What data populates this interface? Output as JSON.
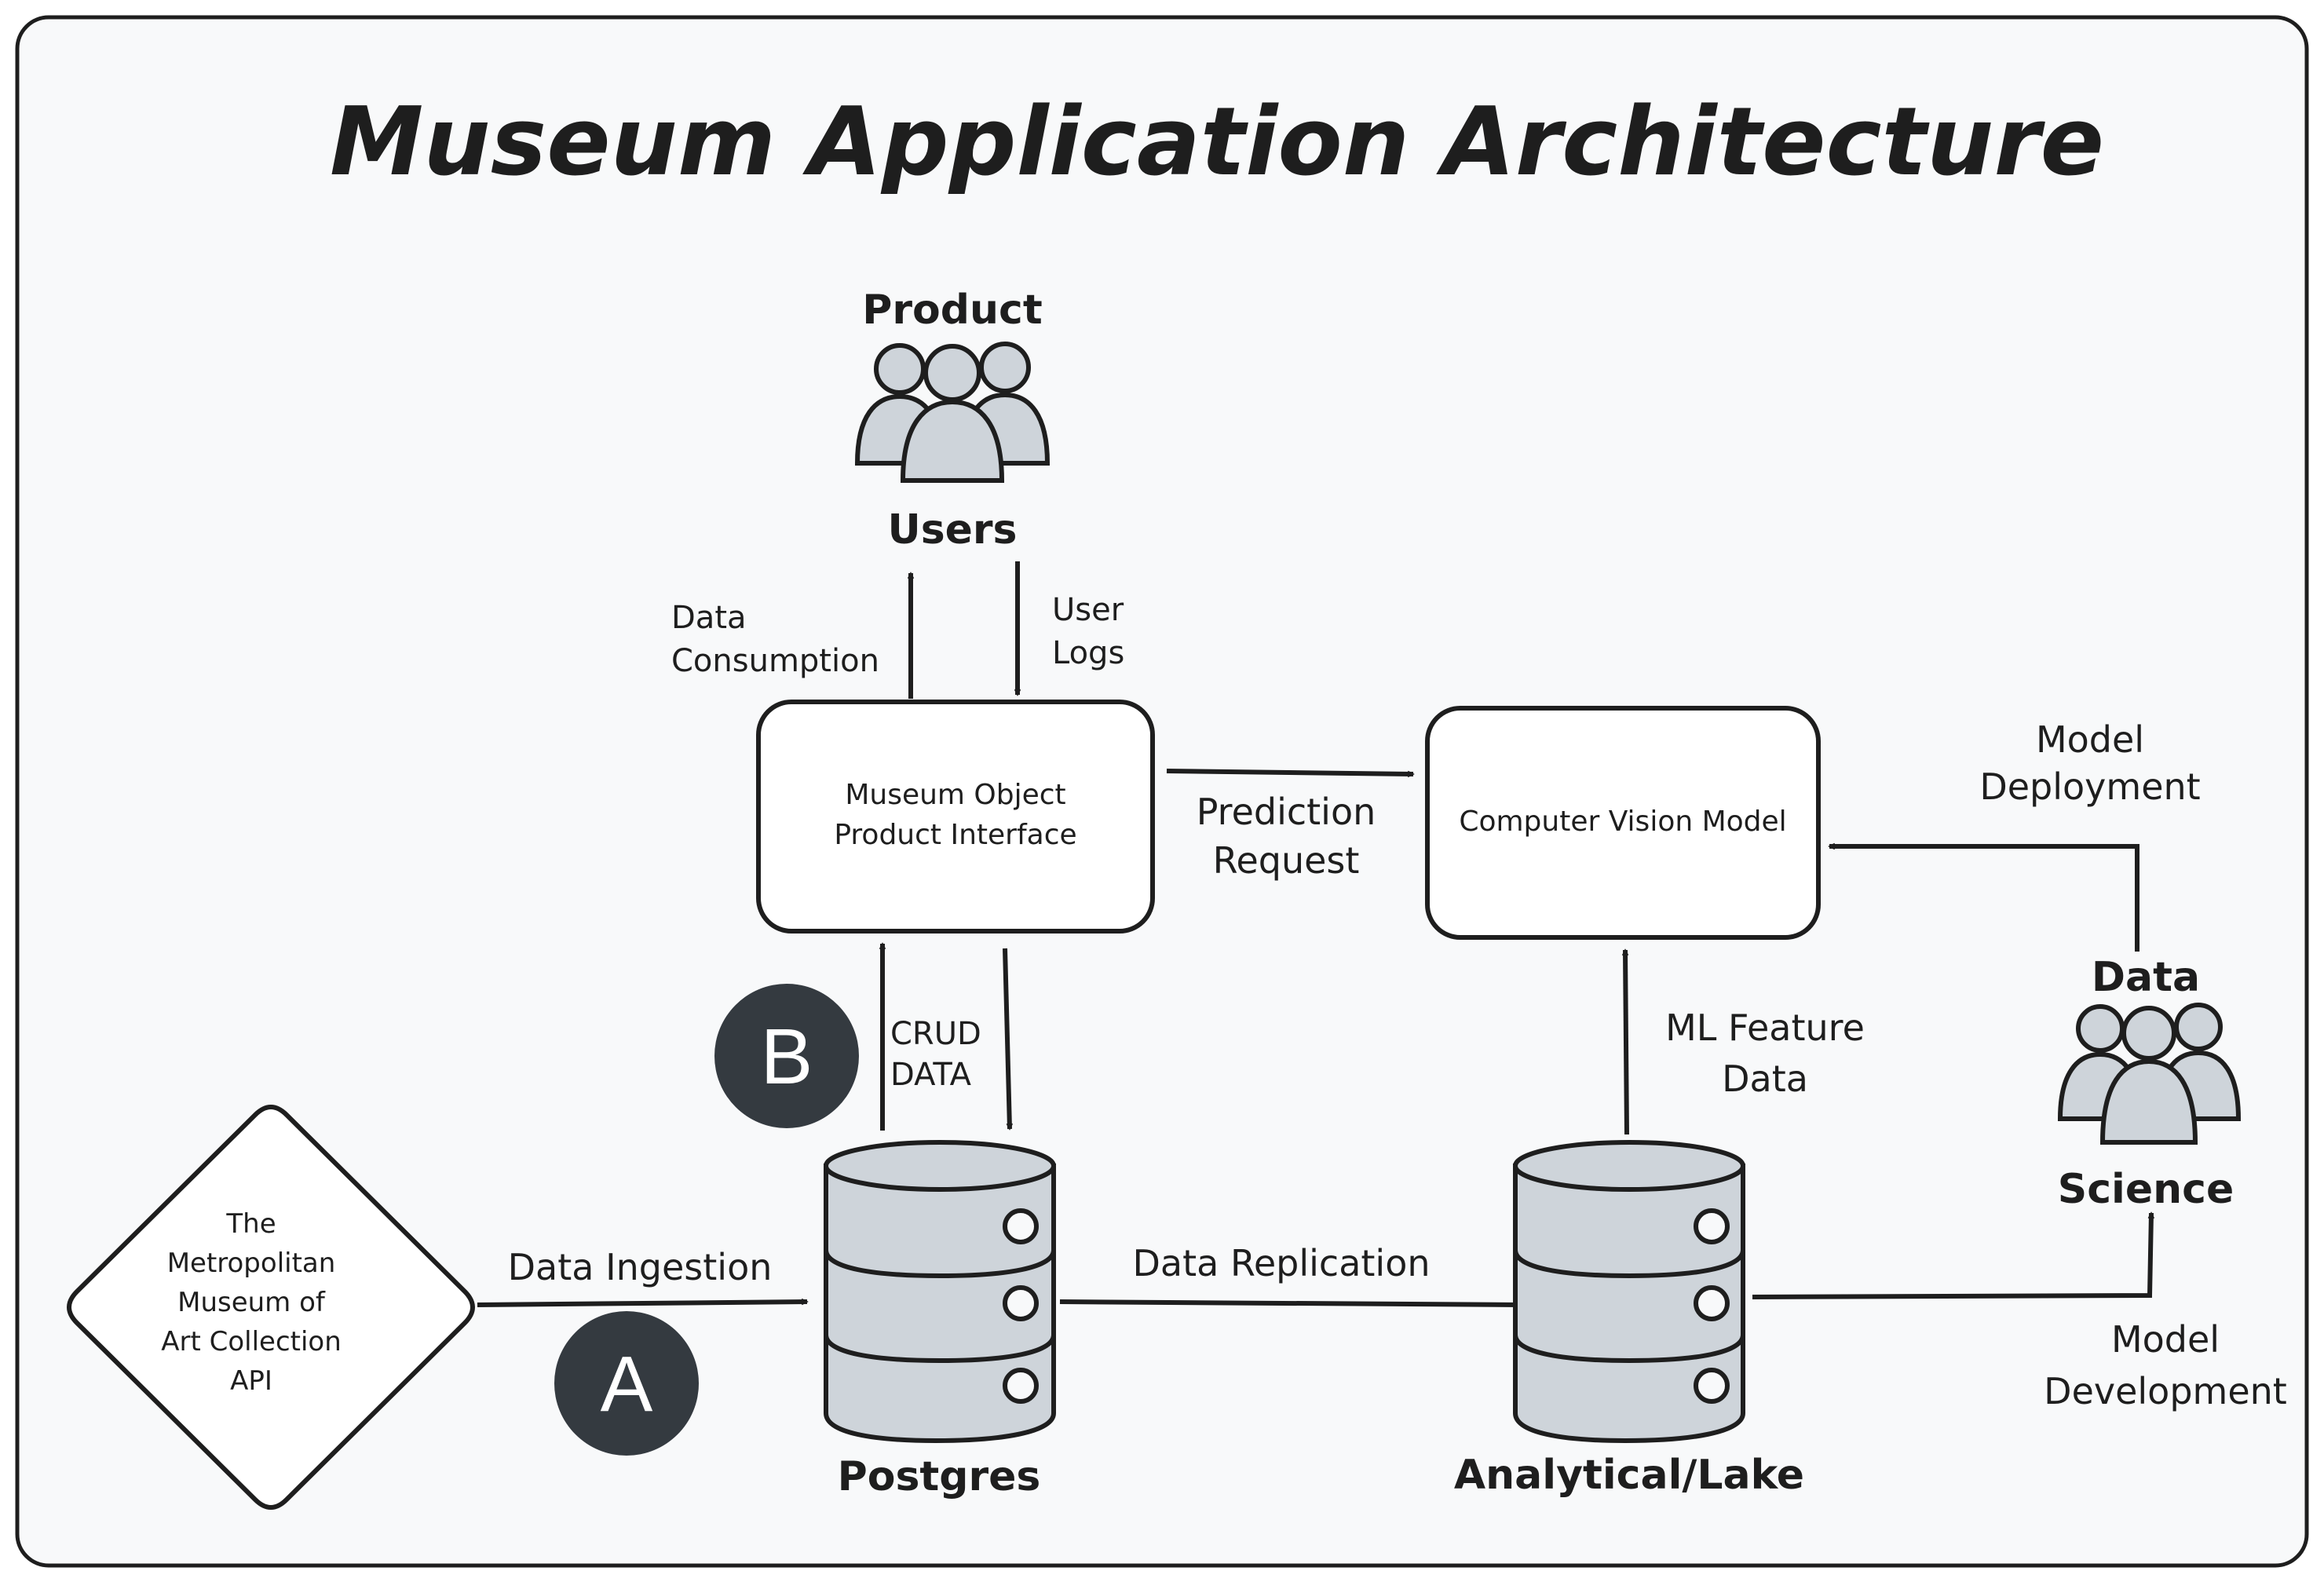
{
  "title": "Museum Application Architecture",
  "colors": {
    "background": "#f8f9fa",
    "stroke": "#1e1e1e",
    "node_fill": "#ffffff",
    "icon_fill": "#ced4da",
    "badge_fill": "#343a40",
    "badge_text": "#ffffff"
  },
  "nodes": {
    "product_users": {
      "line1": "Product",
      "line2": "Users"
    },
    "data_science": {
      "line1": "Data",
      "line2": "Science"
    },
    "interface": {
      "line1": "Museum Object",
      "line2": "Product Interface"
    },
    "cv_model": {
      "label": "Computer Vision Model"
    },
    "met_api": {
      "lines": [
        "The",
        "Metropolitan",
        "Museum of",
        "Art Collection",
        "API"
      ]
    },
    "postgres": {
      "label": "Postgres"
    },
    "lake": {
      "label": "Analytical/Lake"
    }
  },
  "edges": {
    "data_consumption": [
      "Data",
      "Consumption"
    ],
    "user_logs": [
      "User",
      "Logs"
    ],
    "prediction_request": [
      "Prediction",
      "Request"
    ],
    "crud_data": [
      "CRUD",
      "DATA"
    ],
    "ml_feature_data": [
      "ML Feature",
      "Data"
    ],
    "model_deployment": [
      "Model",
      "Deployment"
    ],
    "model_development": [
      "Model",
      "Development"
    ],
    "data_ingestion": "Data Ingestion",
    "data_replication": "Data Replication"
  },
  "badges": {
    "a": "A",
    "b": "B"
  }
}
